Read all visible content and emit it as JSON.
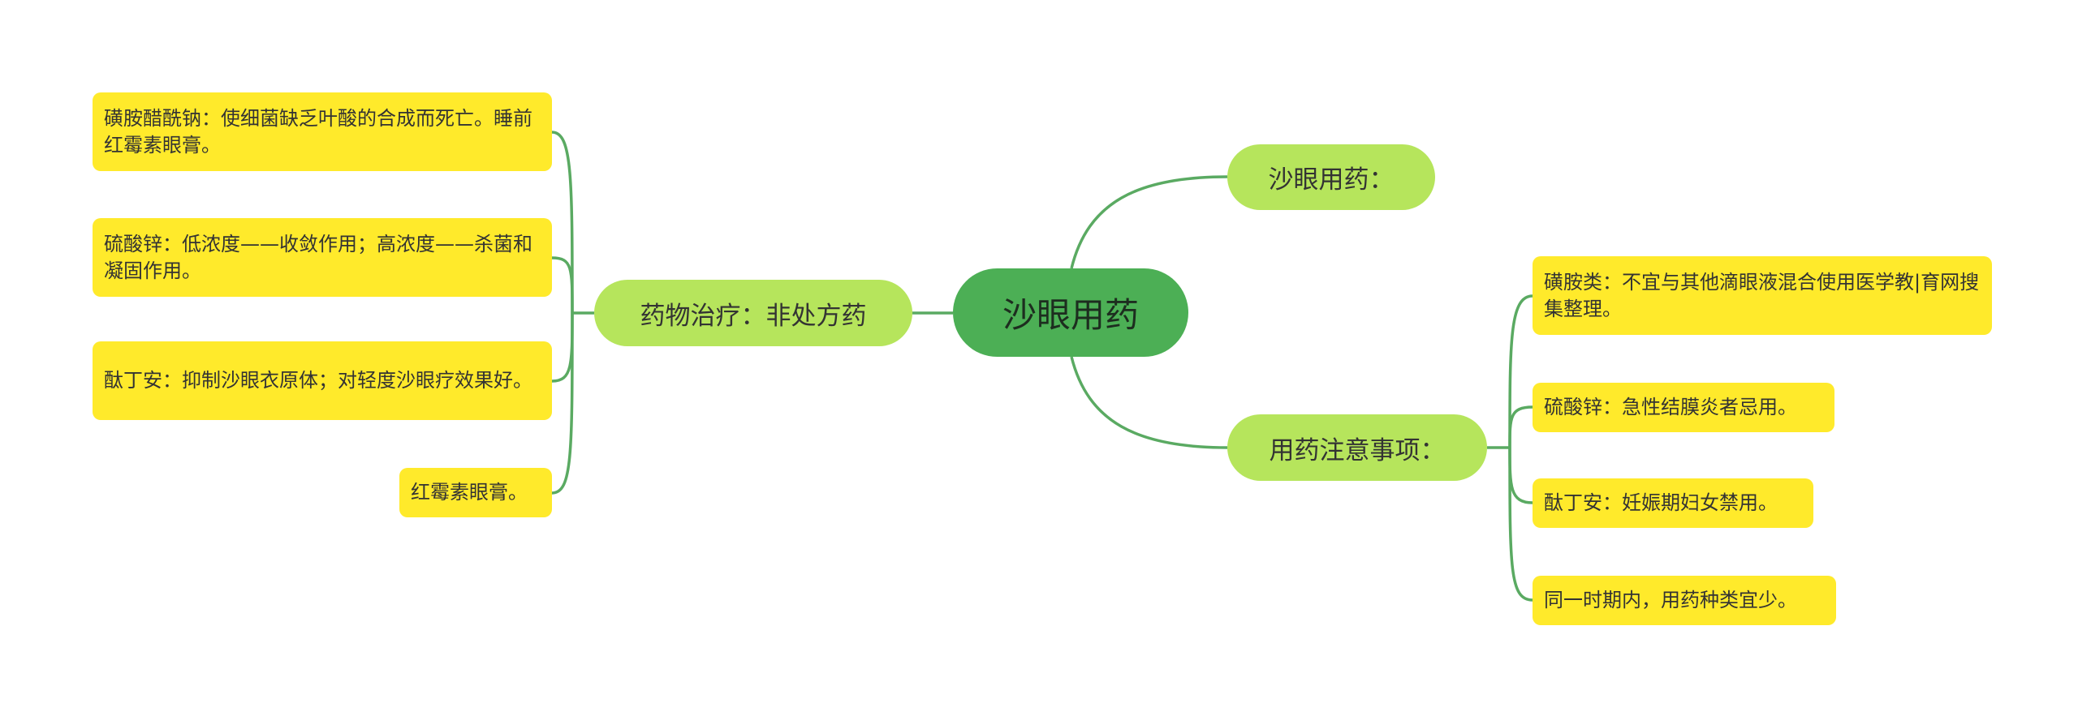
{
  "colors": {
    "root_fill": "#4caf55",
    "branch_fill": "#b6e55c",
    "leaf_fill": "#ffea2b",
    "link_stroke": "#5aaa62"
  },
  "root": {
    "label": "沙眼用药"
  },
  "branches": {
    "top_right": {
      "label": "沙眼用药："
    },
    "left": {
      "label": "药物治疗：非处方药",
      "items": [
        "磺胺醋酰钠：使细菌缺乏叶酸的合成而死亡。睡前红霉素眼膏。",
        "硫酸锌：低浓度——收敛作用；高浓度——杀菌和凝固作用。",
        "酞丁安：抑制沙眼衣原体；对轻度沙眼疗效果好。",
        "红霉素眼膏。"
      ]
    },
    "right": {
      "label": "用药注意事项：",
      "items": [
        "磺胺类：不宜与其他滴眼液混合使用医学教|育网搜集整理。",
        "硫酸锌：急性结膜炎者忌用。",
        "酞丁安：妊娠期妇女禁用。",
        "同一时期内，用药种类宜少。"
      ]
    }
  }
}
